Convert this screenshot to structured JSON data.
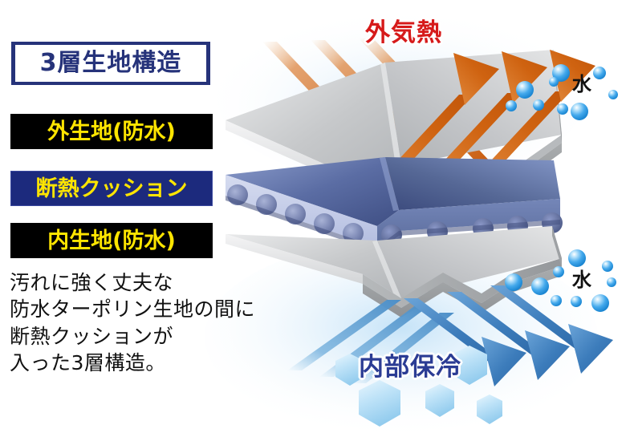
{
  "title": {
    "text": "3層生地構造"
  },
  "layers": [
    {
      "id": "outer",
      "label": "外生地(防水)",
      "style": "black",
      "material_color": "#c9cbcd"
    },
    {
      "id": "cushion",
      "label": "断熱クッション",
      "style": "navy",
      "material_color": "#5f6fa4"
    },
    {
      "id": "inner",
      "label": "内生地(防水)",
      "style": "black",
      "material_color": "#c9cbcd"
    }
  ],
  "description": {
    "lines": [
      "汚れに強く丈夫な",
      "防水ターポリン生地の間に",
      "断熱クッションが",
      "入った3層構造。"
    ]
  },
  "annotations": {
    "heat": {
      "text": "外気熱",
      "color": "#d61a1a"
    },
    "cool": {
      "text": "内部保冷",
      "color": "#2b3c94"
    },
    "water_top": {
      "text": "水",
      "color": "#111111"
    },
    "water_bottom": {
      "text": "水",
      "color": "#111111"
    }
  },
  "colors": {
    "navy": "#26337a",
    "label_yellow": "#ffe500",
    "label_black": "#000000",
    "label_navy": "#1c2a7d",
    "heat_arrow": "#d4620f",
    "heat_arrow_light": "#e8944a",
    "cool_arrow": "#2f6fb5",
    "cool_arrow_light": "#7fb3e0",
    "bubble": "#3aa6e8",
    "ice": "#b9e0f5",
    "plate_gray": "#c9cbcd",
    "plate_blue": "#5f6fa4",
    "background": "#ffffff"
  },
  "icons": {
    "heat_rays": "sun-ray-icon",
    "reflect_arrows": "reflect-arrow-icon",
    "cold_arrows": "cold-arrow-icon",
    "bubbles": "water-bubble-icon",
    "ice_crystals": "ice-crystal-icon"
  }
}
